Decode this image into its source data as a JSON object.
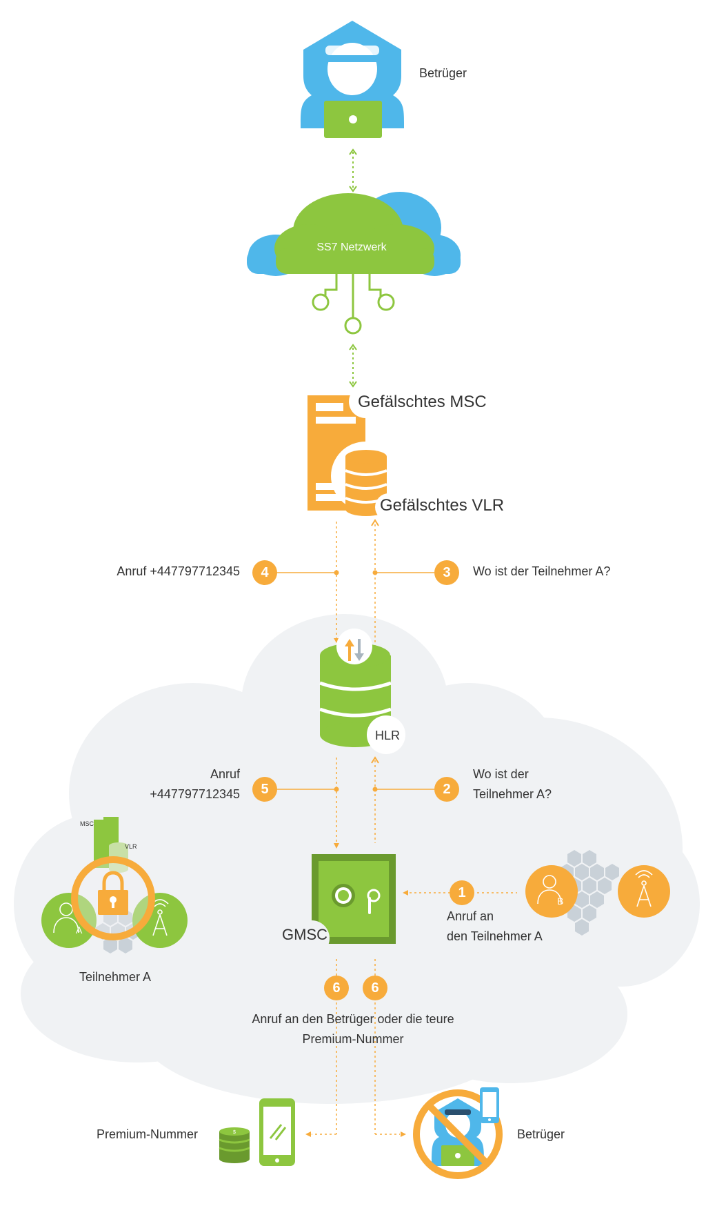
{
  "labels": {
    "fraudster_top": "Betrüger",
    "ss7_network": "SS7 Netzwerk",
    "fake_msc": "Gefälschtes MSC",
    "fake_vlr": "Gefälschtes VLR",
    "hlr": "HLR",
    "gmsc": "GMSC",
    "subscriber_a": "Teilnehmer A",
    "msc_small": "MSC",
    "vlr_small": "VLR",
    "letter_a": "A",
    "letter_b": "B",
    "premium_number": "Premium-Nummer",
    "fraudster_bottom": "Betrüger"
  },
  "steps": [
    {
      "number": "1",
      "lines": [
        "Anruf an",
        "den Teilnehmer A"
      ]
    },
    {
      "number": "2",
      "lines": [
        "Wo ist der",
        "Teilnehmer A?"
      ]
    },
    {
      "number": "3",
      "lines": [
        "Wo ist der Teilnehmer A?"
      ]
    },
    {
      "number": "4",
      "lines": [
        "Anruf +447797712345"
      ]
    },
    {
      "number": "5",
      "lines": [
        "Anruf",
        "+447797712345"
      ]
    },
    {
      "number": "6",
      "lines": [
        "Anruf an den Betrüger oder die teure",
        "Premium-Nummer"
      ]
    }
  ],
  "colors": {
    "green": "#8dc63f",
    "dark_green": "#6a9a2e",
    "orange": "#f7ab3b",
    "blue": "#4fb7ea",
    "dark_blue": "#2a4f6e",
    "cloud_gray": "#f0f2f4",
    "hex_gray": "#c9d1d8"
  },
  "icons": {
    "fraudster": "hooded-hacker-icon",
    "ss7": "cloud-network-icon",
    "msc": "server-icon",
    "vlr": "database-icon",
    "hlr": "database-icon",
    "gmsc": "safe-icon",
    "lock": "padlock-icon",
    "user": "user-icon",
    "tower": "antenna-tower-icon",
    "phone": "smartphone-icon",
    "coins": "coin-stack-icon",
    "prohibited": "prohibited-icon"
  }
}
